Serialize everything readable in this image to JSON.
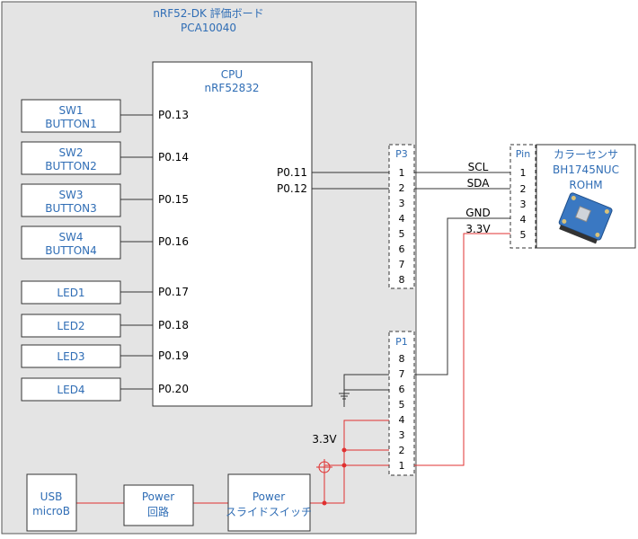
{
  "board": {
    "title_line1": "nRF52-DK  評価ボード",
    "title_line2": "PCA10040"
  },
  "cpu": {
    "line1": "CPU",
    "line2": "nRF52832",
    "left_pins": [
      "P0.13",
      "P0.14",
      "P0.15",
      "P0.16",
      "P0.17",
      "P0.18",
      "P0.19",
      "P0.20"
    ],
    "right_pins": [
      "P0.11",
      "P0.12"
    ]
  },
  "buttons": [
    {
      "name": "SW1",
      "label": "BUTTON1"
    },
    {
      "name": "SW2",
      "label": "BUTTON2"
    },
    {
      "name": "SW3",
      "label": "BUTTON3"
    },
    {
      "name": "SW4",
      "label": "BUTTON4"
    }
  ],
  "leds": [
    "LED1",
    "LED2",
    "LED3",
    "LED4"
  ],
  "p3": {
    "label": "P3",
    "pins": [
      "1",
      "2",
      "3",
      "4",
      "5",
      "6",
      "7",
      "8"
    ]
  },
  "p1": {
    "label": "P1",
    "pins": [
      "8",
      "7",
      "6",
      "5",
      "4",
      "3",
      "2",
      "1"
    ]
  },
  "sensor_header": {
    "label": "Pin",
    "pins": [
      "1",
      "2",
      "3",
      "4",
      "5"
    ]
  },
  "sensor": {
    "line1": "カラーセンサ",
    "line2": "BH1745NUC",
    "line3": "ROHM",
    "board_color": "#3a78c2"
  },
  "signals": {
    "scl": "SCL",
    "sda": "SDA",
    "gnd": "GND",
    "v33_sensor": "3.3V",
    "v33_board": "3.3V"
  },
  "power": {
    "usb_line1": "USB",
    "usb_line2": "microB",
    "circuit_line1": "Power",
    "circuit_line2": "回路",
    "switch_line1": "Power",
    "switch_line2": "スライドスイッチ"
  },
  "colors": {
    "text_blue": "#2f6db5",
    "board_fill": "#e4e4e4",
    "power_wire": "#e03030"
  }
}
